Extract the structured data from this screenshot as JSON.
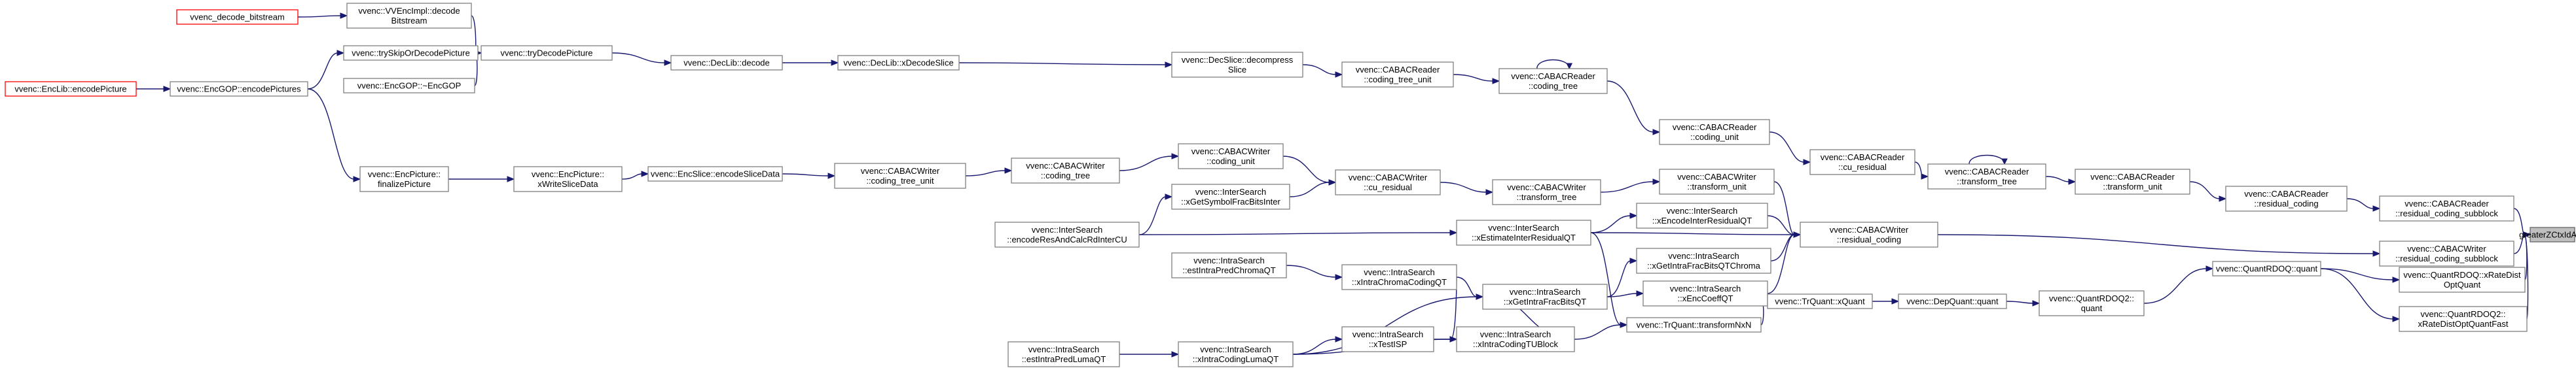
{
  "colors": {
    "edge": "#191970",
    "node_border": "#7f7f7f",
    "root_fill": "#bfbfbf",
    "highlight_border": "#ff0000"
  },
  "nodes": [
    {
      "id": "n0",
      "lines": [
        "greaterZCtxIdAbs"
      ],
      "root": true
    },
    {
      "id": "n1",
      "lines": [
        "vvenc::CABACReader",
        "::residual_coding_subblock"
      ]
    },
    {
      "id": "n2",
      "lines": [
        "vvenc::CABACWriter",
        "::residual_coding_subblock"
      ]
    },
    {
      "id": "n3",
      "lines": [
        "vvenc::QuantRDOQ::xRateDist",
        "OptQuant"
      ]
    },
    {
      "id": "n4",
      "lines": [
        "vvenc::QuantRDOQ2::",
        "xRateDistOptQuantFast"
      ]
    },
    {
      "id": "n5",
      "lines": [
        "vvenc::CABACReader",
        "::residual_coding"
      ]
    },
    {
      "id": "n6",
      "lines": [
        "vvenc::CABACReader",
        "::transform_unit"
      ]
    },
    {
      "id": "n7",
      "lines": [
        "vvenc::CABACReader",
        "::transform_tree"
      ]
    },
    {
      "id": "n8",
      "lines": [
        "vvenc::CABACReader",
        "::cu_residual"
      ]
    },
    {
      "id": "n9",
      "lines": [
        "vvenc::CABACReader",
        "::coding_unit"
      ]
    },
    {
      "id": "n10",
      "lines": [
        "vvenc::CABACReader",
        "::coding_tree"
      ]
    },
    {
      "id": "n11",
      "lines": [
        "vvenc::CABACReader",
        "::coding_tree_unit"
      ]
    },
    {
      "id": "n12",
      "lines": [
        "vvenc::DecSlice::decompress",
        "Slice"
      ]
    },
    {
      "id": "n13",
      "lines": [
        "vvenc::DecLib::xDecodeSlice"
      ]
    },
    {
      "id": "n14",
      "lines": [
        "vvenc::DecLib::decode"
      ]
    },
    {
      "id": "n15",
      "lines": [
        "vvenc::tryDecodePicture"
      ]
    },
    {
      "id": "n16",
      "lines": [
        "vvenc::VVEncImpl::decode",
        "Bitstream"
      ]
    },
    {
      "id": "n17",
      "lines": [
        "vvenc::trySkipOrDecodePicture"
      ]
    },
    {
      "id": "n18",
      "lines": [
        "vvenc::EncGOP::~EncGOP"
      ]
    },
    {
      "id": "n19",
      "lines": [
        "vvenc_decode_bitstream"
      ],
      "red": true
    },
    {
      "id": "n20",
      "lines": [
        "vvenc::EncGOP::encodePictures"
      ]
    },
    {
      "id": "n21",
      "lines": [
        "vvenc::EncLib::encodePicture"
      ],
      "red": true
    },
    {
      "id": "n22",
      "lines": [
        "vvenc::CABACWriter",
        "::residual_coding"
      ]
    },
    {
      "id": "n23",
      "lines": [
        "vvenc::CABACWriter",
        "::transform_unit"
      ]
    },
    {
      "id": "n24",
      "lines": [
        "vvenc::InterSearch",
        "::xEncodeInterResidualQT"
      ]
    },
    {
      "id": "n25",
      "lines": [
        "vvenc::IntraSearch",
        "::xEncCoeffQT"
      ]
    },
    {
      "id": "n26",
      "lines": [
        "vvenc::IntraSearch",
        "::xGetIntraFracBitsQTChroma"
      ]
    },
    {
      "id": "n27",
      "lines": [
        "vvenc::CABACWriter",
        "::transform_tree"
      ]
    },
    {
      "id": "n28",
      "lines": [
        "vvenc::CABACWriter",
        "::cu_residual"
      ]
    },
    {
      "id": "n29",
      "lines": [
        "vvenc::CABACWriter",
        "::coding_unit"
      ]
    },
    {
      "id": "n30",
      "lines": [
        "vvenc::InterSearch",
        "::xGetSymbolFracBitsInter"
      ]
    },
    {
      "id": "n31",
      "lines": [
        "vvenc::CABACWriter",
        "::coding_tree"
      ]
    },
    {
      "id": "n32",
      "lines": [
        "vvenc::CABACWriter",
        "::coding_tree_unit"
      ]
    },
    {
      "id": "n33",
      "lines": [
        "vvenc::EncSlice::encodeSliceData"
      ]
    },
    {
      "id": "n34",
      "lines": [
        "vvenc::EncPicture::",
        "xWriteSliceData"
      ]
    },
    {
      "id": "n35",
      "lines": [
        "vvenc::EncPicture::",
        "finalizePicture"
      ]
    },
    {
      "id": "n36",
      "lines": [
        "vvenc::InterSearch",
        "::encodeResAndCalcRdInterCU"
      ]
    },
    {
      "id": "n37",
      "lines": [
        "vvenc::InterSearch",
        "::xEstimateInterResidualQT"
      ]
    },
    {
      "id": "n38",
      "lines": [
        "vvenc::TrQuant::transformNxN"
      ]
    },
    {
      "id": "n39",
      "lines": [
        "vvenc::IntraSearch",
        "::xGetIntraFracBitsQT"
      ]
    },
    {
      "id": "n40",
      "lines": [
        "vvenc::IntraSearch",
        "::xIntraCodingTUBlock"
      ]
    },
    {
      "id": "n41",
      "lines": [
        "vvenc::IntraSearch",
        "::xIntraChromaCodingQT"
      ]
    },
    {
      "id": "n42",
      "lines": [
        "vvenc::IntraSearch",
        "::estIntraPredChromaQT"
      ]
    },
    {
      "id": "n43",
      "lines": [
        "vvenc::IntraSearch",
        "::xTestISP"
      ]
    },
    {
      "id": "n44",
      "lines": [
        "vvenc::IntraSearch",
        "::xIntraCodingLumaQT"
      ]
    },
    {
      "id": "n45",
      "lines": [
        "vvenc::IntraSearch",
        "::estIntraPredLumaQT"
      ]
    },
    {
      "id": "n46",
      "lines": [
        "vvenc::QuantRDOQ::quant"
      ]
    },
    {
      "id": "n47",
      "lines": [
        "vvenc::QuantRDOQ2::",
        "quant"
      ]
    },
    {
      "id": "n48",
      "lines": [
        "vvenc::DepQuant::quant"
      ]
    },
    {
      "id": "n49",
      "lines": [
        "vvenc::TrQuant::xQuant"
      ]
    }
  ],
  "edges": [
    [
      "n0",
      "n1"
    ],
    [
      "n0",
      "n2"
    ],
    [
      "n0",
      "n3"
    ],
    [
      "n0",
      "n4"
    ],
    [
      "n1",
      "n5"
    ],
    [
      "n5",
      "n6"
    ],
    [
      "n6",
      "n7"
    ],
    [
      "n7",
      "n8"
    ],
    [
      "n7",
      "n7"
    ],
    [
      "n8",
      "n9"
    ],
    [
      "n9",
      "n10"
    ],
    [
      "n10",
      "n10"
    ],
    [
      "n10",
      "n11"
    ],
    [
      "n11",
      "n12"
    ],
    [
      "n12",
      "n13"
    ],
    [
      "n13",
      "n14"
    ],
    [
      "n14",
      "n15"
    ],
    [
      "n15",
      "n16"
    ],
    [
      "n15",
      "n17"
    ],
    [
      "n15",
      "n18"
    ],
    [
      "n16",
      "n19"
    ],
    [
      "n17",
      "n20"
    ],
    [
      "n20",
      "n21"
    ],
    [
      "n2",
      "n22"
    ],
    [
      "n22",
      "n23"
    ],
    [
      "n22",
      "n24"
    ],
    [
      "n22",
      "n25"
    ],
    [
      "n22",
      "n26"
    ],
    [
      "n23",
      "n27"
    ],
    [
      "n27",
      "n28"
    ],
    [
      "n28",
      "n29"
    ],
    [
      "n28",
      "n30"
    ],
    [
      "n29",
      "n31"
    ],
    [
      "n31",
      "n32"
    ],
    [
      "n32",
      "n33"
    ],
    [
      "n33",
      "n34"
    ],
    [
      "n34",
      "n35"
    ],
    [
      "n35",
      "n20"
    ],
    [
      "n30",
      "n36"
    ],
    [
      "n22",
      "n37"
    ],
    [
      "n24",
      "n37"
    ],
    [
      "n37",
      "n36"
    ],
    [
      "n25",
      "n39"
    ],
    [
      "n26",
      "n39"
    ],
    [
      "n39",
      "n40"
    ],
    [
      "n39",
      "n41"
    ],
    [
      "n39",
      "n44"
    ],
    [
      "n3",
      "n46"
    ],
    [
      "n46",
      "n47"
    ],
    [
      "n47",
      "n48"
    ],
    [
      "n48",
      "n49"
    ],
    [
      "n49",
      "n38"
    ],
    [
      "n38",
      "n37"
    ],
    [
      "n38",
      "n40"
    ],
    [
      "n40",
      "n43"
    ],
    [
      "n40",
      "n41"
    ],
    [
      "n40",
      "n44"
    ],
    [
      "n43",
      "n44"
    ],
    [
      "n41",
      "n42"
    ],
    [
      "n44",
      "n45"
    ],
    [
      "n4",
      "n46"
    ]
  ]
}
